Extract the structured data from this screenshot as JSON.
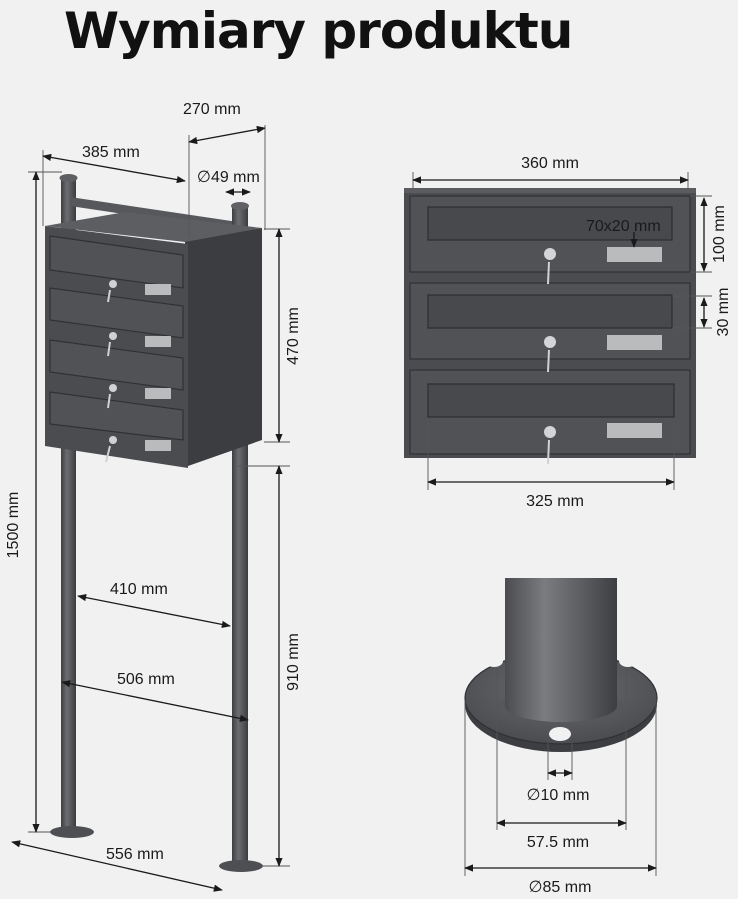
{
  "title": "Wymiary produktu",
  "dimensions": {
    "depth_top": "270 mm",
    "box_width": "385 mm",
    "pole_diameter": "∅49 mm",
    "box_height": "470 mm",
    "total_height": "1500 mm",
    "inner_width": "410 mm",
    "outer_width": "506 mm",
    "ground_height": "910 mm",
    "base_span": "556 mm",
    "front_width": "360 mm",
    "slot_size": "70x20 mm",
    "flap_height": "100 mm",
    "slot_height": "30 mm",
    "inner_front_width": "325 mm",
    "hole_diameter": "∅10 mm",
    "hole_spacing": "57.5 mm",
    "base_diameter": "∅85 mm"
  },
  "colors": {
    "body": "#4d4f53",
    "body_dark": "#3a3c40",
    "pole": "#55575b",
    "accent_nameplate": "#b9bbbd"
  }
}
